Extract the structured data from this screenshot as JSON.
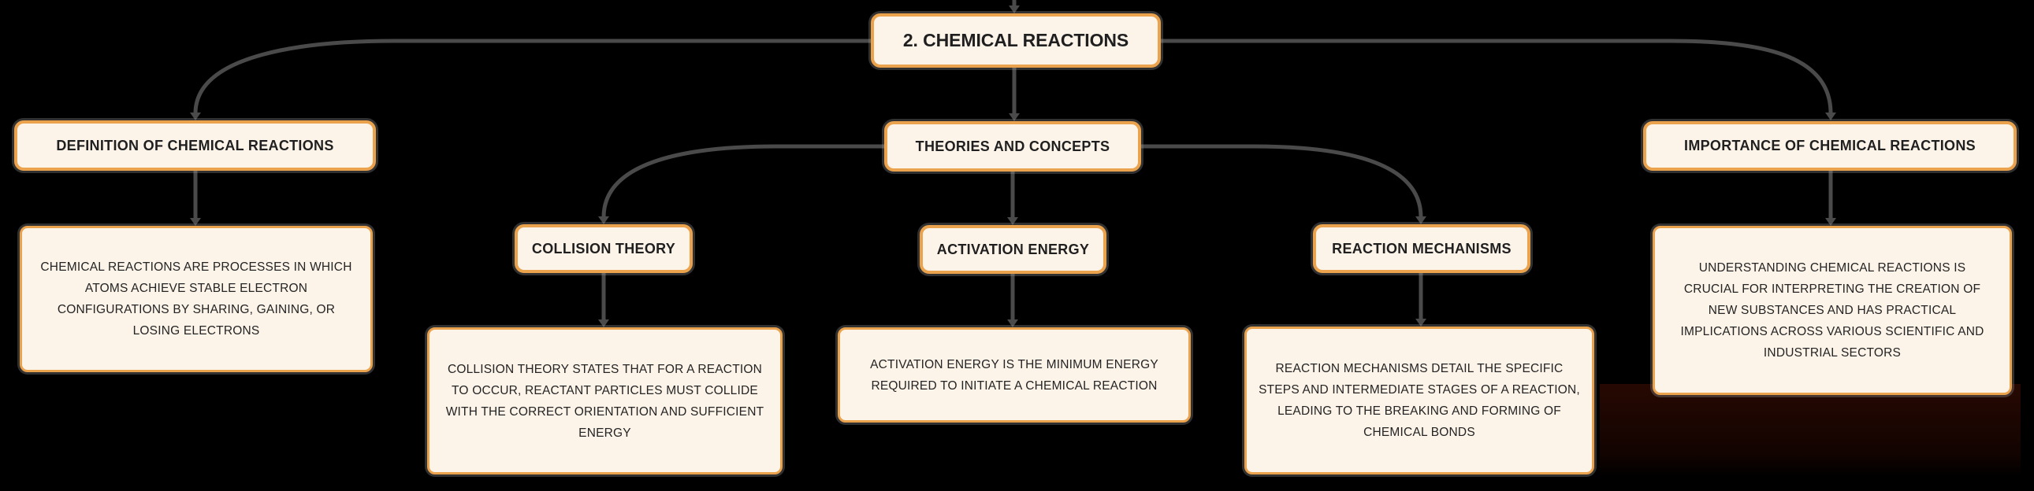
{
  "diagram": {
    "type": "mind-map",
    "root": {
      "label": "2. CHEMICAL REACTIONS"
    },
    "branches": [
      {
        "label": "DEFINITION OF CHEMICAL REACTIONS",
        "description": "CHEMICAL REACTIONS ARE PROCESSES IN WHICH\nATOMS ACHIEVE STABLE ELECTRON\nCONFIGURATIONS BY SHARING, GAINING, OR\nLOSING ELECTRONS"
      },
      {
        "label": "THEORIES AND CONCEPTS",
        "children": [
          {
            "label": "COLLISION THEORY",
            "description": "COLLISION THEORY STATES THAT FOR A REACTION\nTO OCCUR, REACTANT PARTICLES MUST COLLIDE\nWITH THE CORRECT ORIENTATION AND SUFFICIENT\nENERGY"
          },
          {
            "label": "ACTIVATION ENERGY",
            "description": "ACTIVATION ENERGY IS THE MINIMUM ENERGY\nREQUIRED TO INITIATE A CHEMICAL REACTION"
          },
          {
            "label": "REACTION MECHANISMS",
            "description": "REACTION MECHANISMS DETAIL THE SPECIFIC\nSTEPS AND INTERMEDIATE STAGES OF A REACTION,\nLEADING TO THE BREAKING AND FORMING OF\nCHEMICAL BONDS"
          }
        ]
      },
      {
        "label": "IMPORTANCE OF CHEMICAL REACTIONS",
        "description": "UNDERSTANDING CHEMICAL REACTIONS IS\nCRUCIAL FOR INTERPRETING THE CREATION OF\nNEW SUBSTANCES AND HAS PRACTICAL\nIMPLICATIONS ACROSS VARIOUS SCIENTIFIC AND\nINDUSTRIAL SECTORS"
      }
    ],
    "colors": {
      "background": "#000000",
      "node_fill": "#FCF3E9",
      "node_border": "#EBA24D",
      "connector": "#4A4A4A",
      "text": "#1F1F1F"
    }
  }
}
